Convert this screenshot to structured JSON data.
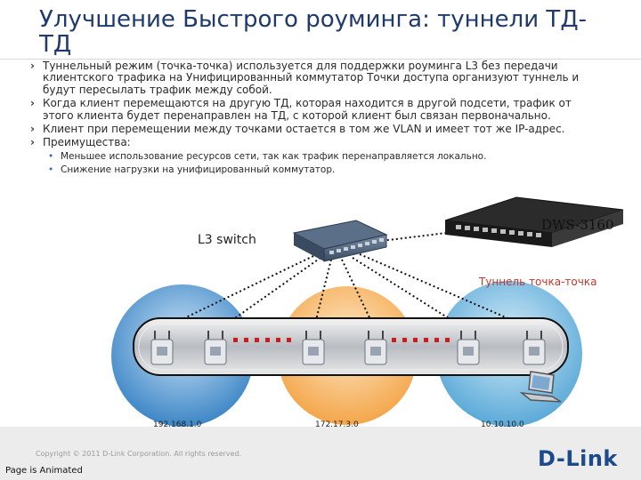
{
  "slide": {
    "title": "Улучшение Быстрого роуминга: туннели ТД-ТД",
    "bullets": [
      "Туннельный режим (точка-точка) используется для поддержки роуминга L3 без передачи клиентского трафика на Унифицированный коммутатор  Точки доступа организуют туннель и будут пересылать трафик между собой.",
      "Когда клиент перемещаются на другую ТД, которая находится в другой подсети, трафик от этого клиента будет перенаправлен на ТД, с которой клиент был связан первоначально.",
      "Клиент при перемещении между точками остается в том же VLAN и имеет тот же IP-адрес.",
      "Преимущества:"
    ],
    "sub_bullets": [
      "Меньшее использование ресурсов сети, так как трафик перенаправляется локально.",
      "Снижение нагрузки на унифицированный коммутатор."
    ]
  },
  "diagram": {
    "l3_switch_label": "L3 switch",
    "dws_label": "DWS-3160",
    "tunnel_label": "Туннель точка-точка",
    "networks": [
      "192.168.1.0",
      "172.17.3.0",
      "10.10.10.0"
    ],
    "colors": {
      "net1": "#3d86c6",
      "net2": "#f4a64a",
      "net3": "#5aa9d8",
      "tunnel_dots": "#cc1d1d",
      "tunnel_label": "#c0392b",
      "title": "#1f3a6b",
      "brand": "#1c4a8a"
    },
    "icons": [
      "l3-switch-icon",
      "dws-switch-icon",
      "access-point-icon",
      "laptop-icon"
    ]
  },
  "footer": {
    "copyright": "Copyright © 2011 D-Link Corporation. All rights reserved.",
    "logo": "D-Link",
    "page_note": "Page is Animated"
  }
}
